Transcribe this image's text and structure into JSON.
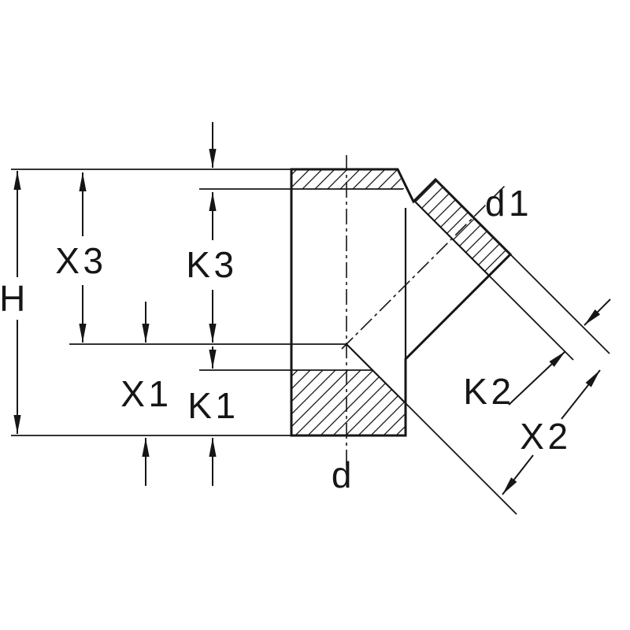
{
  "drawing": {
    "figure_description": "Technical cross-section dimension diagram of a 45-degree branch pipe fitting",
    "labels": {
      "h": "H",
      "x1": "X1",
      "x2": "X2",
      "x3": "X3",
      "k1": "K1",
      "k2": "K2",
      "k3": "K3",
      "d": "d",
      "d1": "d1"
    },
    "colors": {
      "line": "#161616",
      "background": "#ffffff"
    }
  }
}
